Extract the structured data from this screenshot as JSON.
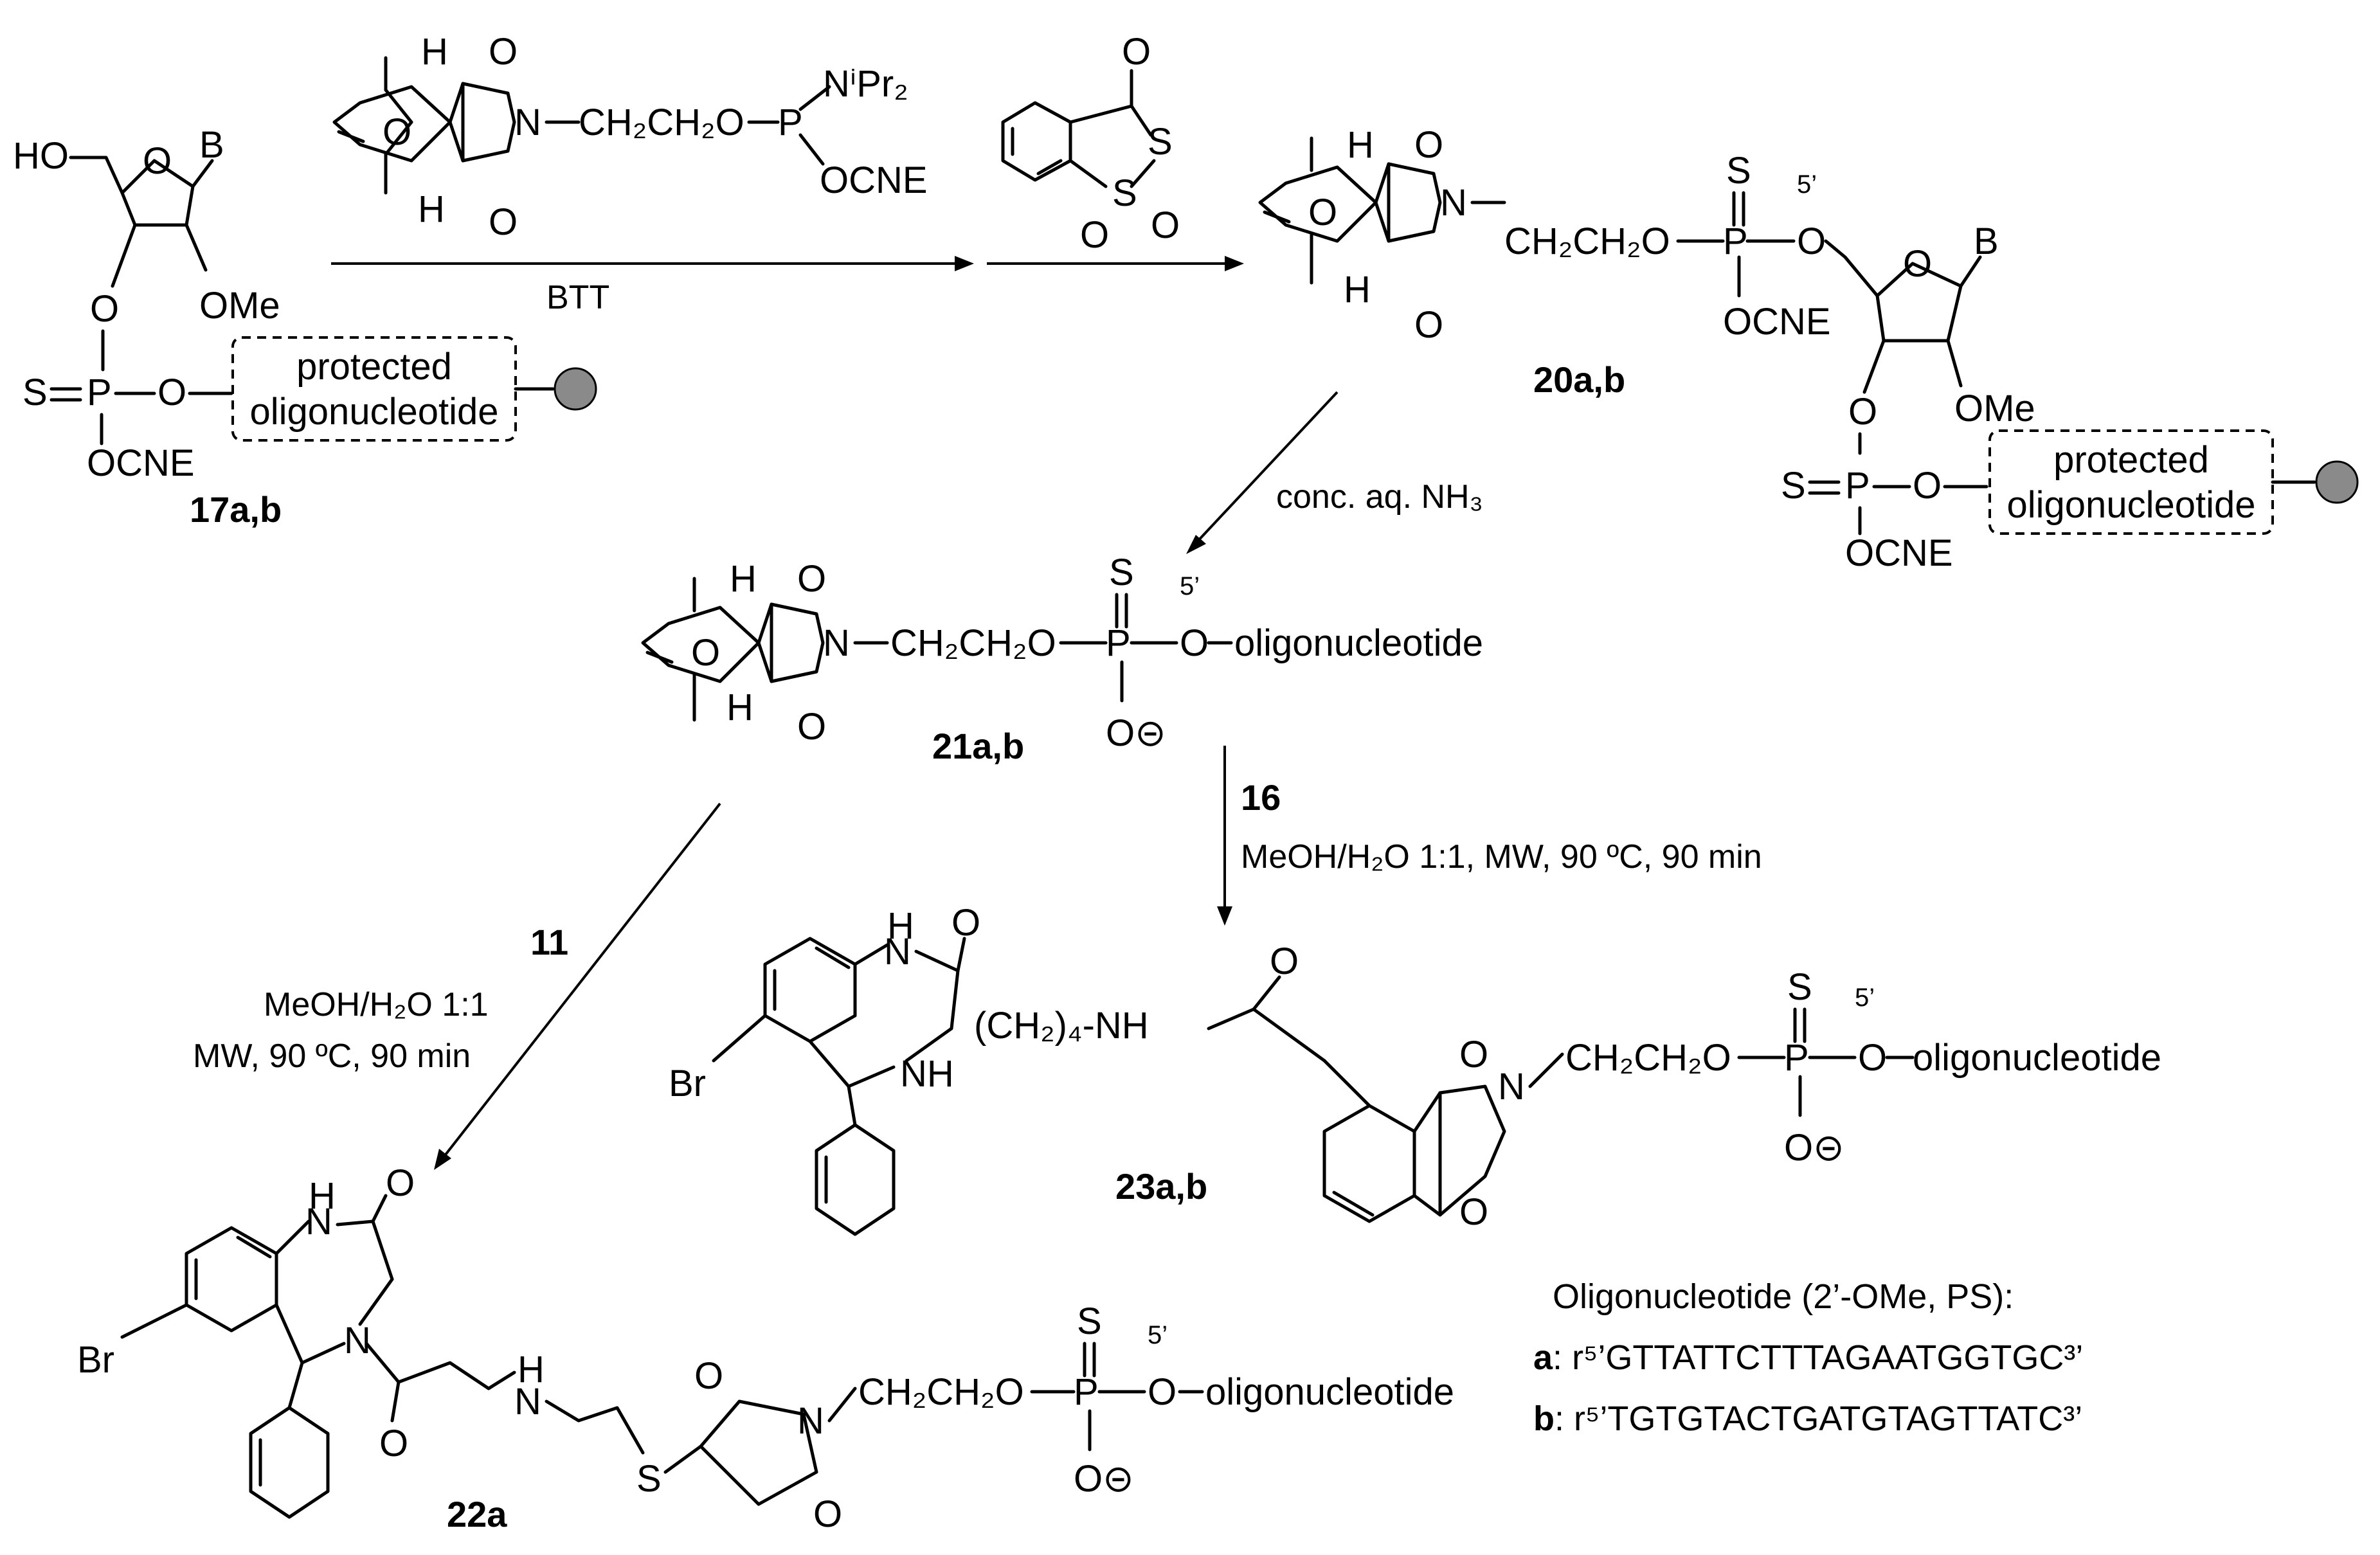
{
  "compounds": {
    "c17": {
      "label": "17a,b",
      "box_line1": "protected",
      "box_line2": "oligonucleotide"
    },
    "c20": {
      "label": "20a,b",
      "box_line1": "protected",
      "box_line2": "oligonucleotide"
    },
    "c21": {
      "label": "21a,b"
    },
    "c22": {
      "label": "22a"
    },
    "c23": {
      "label": "23a,b"
    }
  },
  "atoms": {
    "HO": "HO",
    "B": "B",
    "O": "O",
    "OMe": "OMe",
    "S": "S",
    "P": "P",
    "OCNE": "OCNE",
    "H": "H",
    "N": "N",
    "NH": "NH",
    "Br": "Br",
    "CH2CH2O": "CH₂CH₂O",
    "NiPr2": "NⁱPr₂",
    "five_prime": "5’",
    "oligo": "oligonucleotide",
    "O_minus": "O⊝",
    "CH2_4_NH": "(CH₂)₄-NH"
  },
  "reagents": {
    "btt": "BTT",
    "ammonia": "conc. aq. NH₃",
    "step16_num": "16",
    "step16_cond": "MeOH/H₂O 1:1, MW, 90 ºC, 90 min",
    "step11_num": "11",
    "step11_cond1": "MeOH/H₂O 1:1",
    "step11_cond2": "MW, 90 ºC, 90 min"
  },
  "legend": {
    "title": "Oligonucleotide (2’-OMe, PS):",
    "a_key": "a",
    "a_seq": "r⁵’GTTATTCTTTAGAATGGTGC³’",
    "b_key": "b",
    "b_seq": "r⁵’TGTGTACTGATGTAGTTATC³’"
  }
}
